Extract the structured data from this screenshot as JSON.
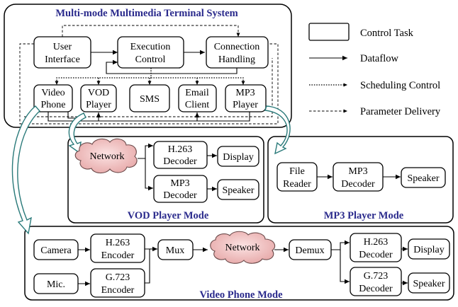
{
  "system": {
    "title": "Multi-mode Multimedia Terminal System",
    "boxes": {
      "user_interface": [
        "User",
        "Interface"
      ],
      "execution_control": [
        "Execution",
        "Control"
      ],
      "connection_handling": [
        "Connection",
        "Handling"
      ],
      "video_phone": [
        "Video",
        "Phone"
      ],
      "vod_player": [
        "VOD",
        "Player"
      ],
      "sms": [
        "SMS"
      ],
      "email_client": [
        "Email",
        "Client"
      ],
      "mp3_player": [
        "MP3",
        "Player"
      ]
    }
  },
  "legend": {
    "control_task": "Control Task",
    "dataflow": "Dataflow",
    "scheduling_control": "Scheduling Control",
    "parameter_delivery": "Parameter Delivery"
  },
  "vod_mode": {
    "title": "VOD Player Mode",
    "network": "Network",
    "h263_decoder": [
      "H.263",
      "Decoder"
    ],
    "mp3_decoder": [
      "MP3",
      "Decoder"
    ],
    "display": "Display",
    "speaker": "Speaker"
  },
  "mp3_mode": {
    "title": "MP3 Player Mode",
    "file_reader": [
      "File",
      "Reader"
    ],
    "mp3_decoder": [
      "MP3",
      "Decoder"
    ],
    "speaker": "Speaker"
  },
  "video_phone_mode": {
    "title": "Video Phone Mode",
    "camera": "Camera",
    "mic": "Mic.",
    "h263_encoder": [
      "H.263",
      "Encoder"
    ],
    "g723_encoder": [
      "G.723",
      "Encoder"
    ],
    "mux": "Mux",
    "network": "Network",
    "demux": "Demux",
    "h263_decoder": [
      "H.263",
      "Decoder"
    ],
    "g723_decoder": [
      "G.723",
      "Decoder"
    ],
    "display": "Display",
    "speaker": "Speaker"
  }
}
